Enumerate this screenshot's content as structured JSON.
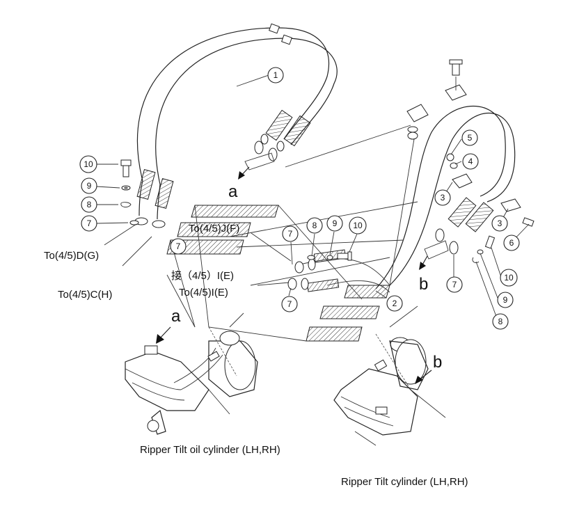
{
  "diagram": {
    "callouts": [
      {
        "id": "c1",
        "label": "1"
      },
      {
        "id": "c2",
        "label": "2"
      },
      {
        "id": "c3a",
        "label": "3"
      },
      {
        "id": "c3b",
        "label": "3"
      },
      {
        "id": "c4",
        "label": "4"
      },
      {
        "id": "c5",
        "label": "5"
      },
      {
        "id": "c6",
        "label": "6"
      },
      {
        "id": "c7a",
        "label": "7"
      },
      {
        "id": "c7b",
        "label": "7"
      },
      {
        "id": "c7c",
        "label": "7"
      },
      {
        "id": "c7d",
        "label": "7"
      },
      {
        "id": "c7e",
        "label": "7"
      },
      {
        "id": "c8a",
        "label": "8"
      },
      {
        "id": "c8b",
        "label": "8"
      },
      {
        "id": "c8c",
        "label": "8"
      },
      {
        "id": "c9a",
        "label": "9"
      },
      {
        "id": "c9b",
        "label": "9"
      },
      {
        "id": "c9c",
        "label": "9"
      },
      {
        "id": "c10a",
        "label": "10"
      },
      {
        "id": "c10b",
        "label": "10"
      },
      {
        "id": "c10c",
        "label": "10"
      }
    ],
    "labels": {
      "to_dg": "To(4/5)D(G)",
      "to_ch": "To(4/5)C(H)",
      "to_jf": "To(4/5)J(F)",
      "jie_ie": "接（4/5）I(E)",
      "to_ie": "To(4/5)I(E)",
      "cyl_left": "Ripper Tilt oil cylinder (LH,RH)",
      "cyl_right": "Ripper Tilt cylinder (LH,RH)"
    },
    "view_letters": {
      "a_top": "a",
      "a_left": "a",
      "b_right": "b",
      "b_cyl": "b"
    }
  }
}
